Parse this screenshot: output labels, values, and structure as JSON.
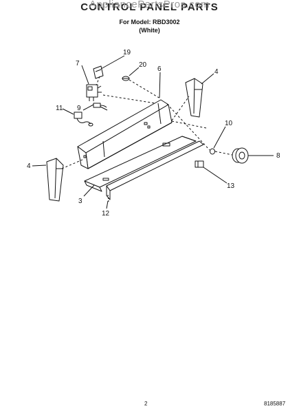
{
  "header": {
    "watermark": "AppliancePartsPros.com",
    "title": "CONTROL PANEL PARTS",
    "model_line": "For Model: RBD3002",
    "color_line": "(White)"
  },
  "callouts": [
    "19",
    "20",
    "7",
    "6",
    "4",
    "11",
    "9",
    "10",
    "8",
    "4",
    "13",
    "3",
    "12"
  ],
  "footer": {
    "page_number": "2",
    "part_number": "8185887"
  }
}
